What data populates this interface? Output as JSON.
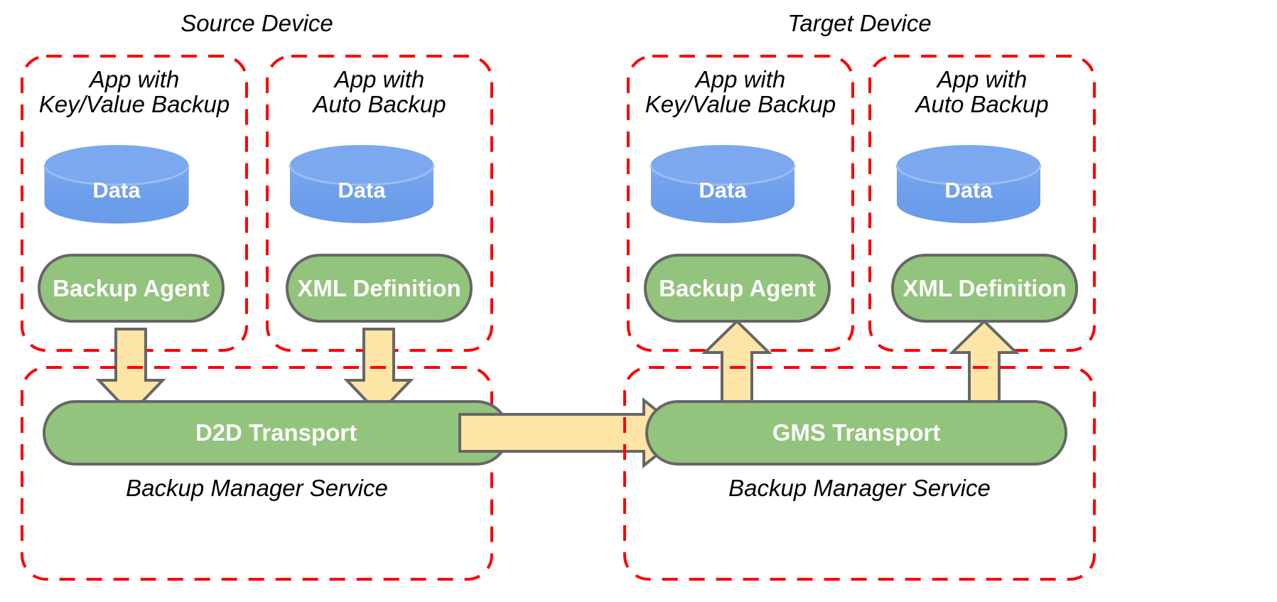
{
  "diagram": {
    "title_source": "Source Device",
    "title_target": "Target Device",
    "colors": {
      "container_border": "#ff0000",
      "cylinder_fill": "#6D9EEB",
      "cylinder_top": "#7BA7ED",
      "node_fill": "#93C47D",
      "node_stroke": "#666666",
      "arrow_fill": "#FCE5A6",
      "arrow_stroke": "#666666",
      "text_dark": "#000000",
      "text_light": "#ffffff"
    }
  },
  "source_device": {
    "label": "Source Device",
    "apps": [
      {
        "title_line1": "App with",
        "title_line2": "Key/Value Backup",
        "data_label": "Data",
        "component_label": "Backup Agent"
      },
      {
        "title_line1": "App with",
        "title_line2": "Auto Backup",
        "data_label": "Data",
        "component_label": "XML Definition"
      }
    ],
    "service": {
      "transport_label": "D2D Transport",
      "service_label": "Backup Manager Service"
    }
  },
  "target_device": {
    "label": "Target Device",
    "apps": [
      {
        "title_line1": "App with",
        "title_line2": "Key/Value Backup",
        "data_label": "Data",
        "component_label": "Backup Agent"
      },
      {
        "title_line1": "App with",
        "title_line2": "Auto Backup",
        "data_label": "Data",
        "component_label": "XML Definition"
      }
    ],
    "service": {
      "transport_label": "GMS Transport",
      "service_label": "Backup Manager Service"
    }
  },
  "flows": [
    {
      "name": "source-kv-agent-to-d2d",
      "direction": "down"
    },
    {
      "name": "source-auto-xml-to-d2d",
      "direction": "down"
    },
    {
      "name": "d2d-to-gms",
      "direction": "right"
    },
    {
      "name": "gms-to-target-kv-agent",
      "direction": "up"
    },
    {
      "name": "gms-to-target-auto-xml",
      "direction": "up"
    }
  ]
}
